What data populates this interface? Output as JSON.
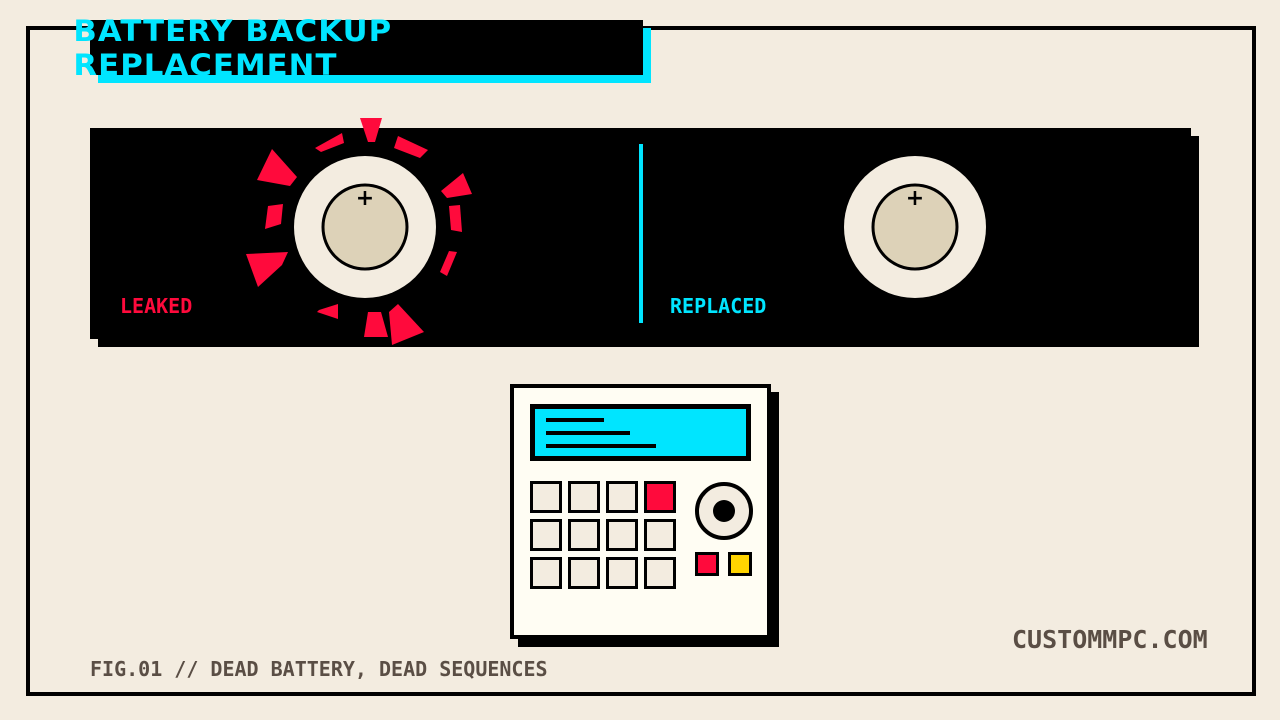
{
  "title": "BATTERY BACKUP REPLACEMENT",
  "left_label": "LEAKED",
  "right_label": "REPLACED",
  "battery_plus": "+",
  "caption": "FIG.01 // DEAD BATTERY, DEAD SEQUENCES",
  "brand": "CUSTOMMPC.COM",
  "colors": {
    "accent_cyan": "#00e5ff",
    "leak_red": "#ff0a3c",
    "background": "#f3ece0",
    "button_yellow": "#ffd400",
    "battery_face": "#ddd2b8",
    "battery_ring": "#f3ece0",
    "caption_text": "#5a4e45"
  },
  "icons": {
    "leaked_battery": "coin-cell-battery-icon",
    "replaced_battery": "coin-cell-battery-icon",
    "leak_burst": "leak-burst-icon",
    "device": "mpc-sampler-icon"
  },
  "device": {
    "pad_rows": 3,
    "pad_cols": 4,
    "highlighted_pad": "red"
  }
}
